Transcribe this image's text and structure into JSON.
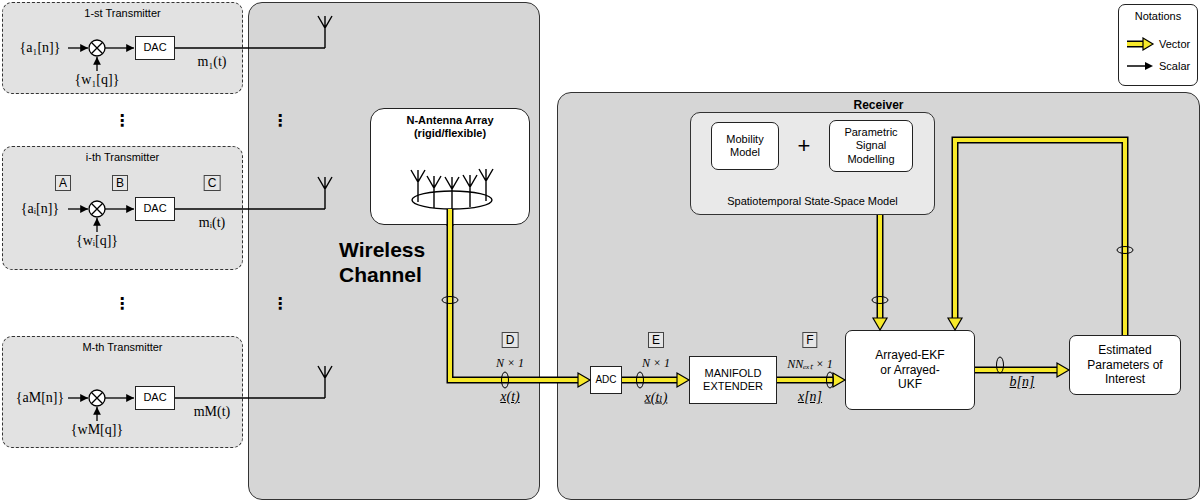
{
  "diagram": {
    "nodes": [
      {
        "text": [
          "1-st Transmitter"
        ]
      },
      {
        "text": [
          "DAC"
        ],
        "in": 0
      },
      {
        "text": [
          "i-th Transmitter"
        ]
      },
      {
        "text": [
          "DAC"
        ],
        "in": 2
      },
      {
        "text": [
          "M-th Transmitter"
        ]
      },
      {
        "text": [
          "DAC"
        ],
        "in": 4
      },
      {
        "text": [
          "Wireless Channel"
        ]
      },
      {
        "text": [
          "N-Antenna Array (rigid/flexible)"
        ],
        "in": 6
      },
      {
        "text": [
          "Receiver"
        ]
      },
      {
        "text": [
          "Spatiotemporal State-Space Model"
        ],
        "in": 8
      },
      {
        "text": [
          "Mobility Model"
        ],
        "in": 9
      },
      {
        "text": [
          "Parametric Signal Modelling"
        ],
        "in": 9
      },
      {
        "text": [
          "ADC"
        ],
        "in": 8
      },
      {
        "text": [
          "MANIFOLD EXTENDER"
        ],
        "in": 8
      },
      {
        "text": [
          "Arrayed-EKF or Arrayed-UKF"
        ],
        "in": 8
      },
      {
        "text": [
          "Estimated Parameters of Interest"
        ],
        "in": 8
      },
      {
        "text": [
          "Notations"
        ]
      }
    ],
    "edges": [
      {
        "from": 1,
        "to": 6,
        "arrow": "none"
      },
      {
        "from": 3,
        "to": 6,
        "arrow": "none"
      },
      {
        "from": 5,
        "to": 6,
        "arrow": "none"
      },
      {
        "from": 7,
        "to": 12,
        "arrow": "to"
      },
      {
        "from": 12,
        "to": 13,
        "arrow": "to"
      },
      {
        "from": 13,
        "to": 14,
        "arrow": "to"
      },
      {
        "from": 9,
        "to": 14,
        "arrow": "to"
      },
      {
        "from": 14,
        "to": 15,
        "arrow": "to"
      },
      {
        "from": 15,
        "to": 14,
        "arrow": "to"
      }
    ],
    "labels": [
      "{a₁[n]}",
      "{w₁[q]}",
      "m₁(t)",
      "A",
      "B",
      "C",
      "{aᵢ[n]}",
      "{wᵢ[q]}",
      "mᵢ(t)",
      "{aM[n]}",
      "{wM[q]}",
      "mM(t)",
      "⋮",
      "⋮",
      "⋮",
      "⋮",
      "D",
      "N × 1",
      "x(t)",
      "E",
      "N × 1",
      "x(tₗ)",
      "F",
      "NNₑₓₜ × 1",
      "x[n]",
      "+",
      "b[n]"
    ],
    "legend": [
      {
        "text": "Vector"
      },
      {
        "text": "Scalar"
      }
    ]
  }
}
